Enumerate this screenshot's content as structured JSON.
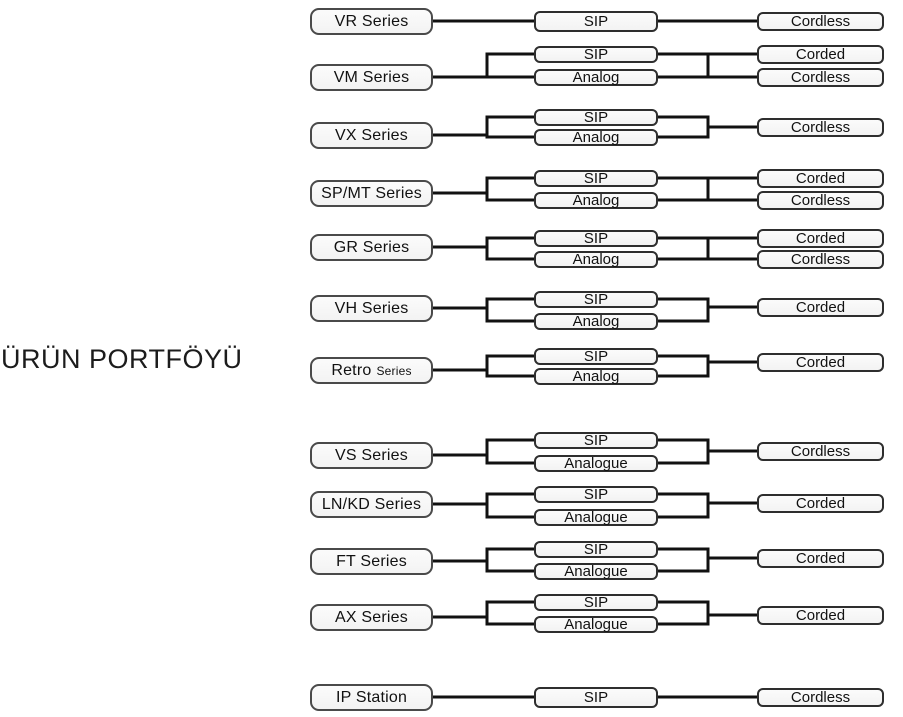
{
  "title": "ÜRÜN PORTFÖYÜ",
  "diagram": {
    "rows": [
      {
        "series": "VR Series",
        "protocols": [
          "SIP"
        ],
        "outputs": [
          "Cordless"
        ]
      },
      {
        "series": "VM Series",
        "protocols": [
          "SIP",
          "Analog"
        ],
        "outputs": [
          "Corded",
          "Cordless"
        ]
      },
      {
        "series": "VX Series",
        "protocols": [
          "SIP",
          "Analog"
        ],
        "outputs": [
          "Cordless"
        ]
      },
      {
        "series": "SP/MT Series",
        "protocols": [
          "SIP",
          "Analog"
        ],
        "outputs": [
          "Corded",
          "Cordless"
        ]
      },
      {
        "series": "GR Series",
        "protocols": [
          "SIP",
          "Analog"
        ],
        "outputs": [
          "Corded",
          "Cordless"
        ]
      },
      {
        "series": "VH Series",
        "protocols": [
          "SIP",
          "Analog"
        ],
        "outputs": [
          "Corded"
        ]
      },
      {
        "series": "Retro Series",
        "protocols": [
          "SIP",
          "Analog"
        ],
        "outputs": [
          "Corded"
        ]
      },
      {
        "series": "VS Series",
        "protocols": [
          "SIP",
          "Analogue"
        ],
        "outputs": [
          "Cordless"
        ]
      },
      {
        "series": "LN/KD Series",
        "protocols": [
          "SIP",
          "Analogue"
        ],
        "outputs": [
          "Corded"
        ]
      },
      {
        "series": "FT Series",
        "protocols": [
          "SIP",
          "Analogue"
        ],
        "outputs": [
          "Corded"
        ]
      },
      {
        "series": "AX Series",
        "protocols": [
          "SIP",
          "Analogue"
        ],
        "outputs": [
          "Corded"
        ]
      },
      {
        "series": "IP Station",
        "protocols": [
          "SIP"
        ],
        "outputs": [
          "Cordless"
        ]
      }
    ],
    "colors": {
      "line": "#111111",
      "box_border": "#2e2e2e",
      "series_border": "#4a4a4a",
      "box_fill": "#f6f6f6",
      "text": "#111111"
    }
  }
}
